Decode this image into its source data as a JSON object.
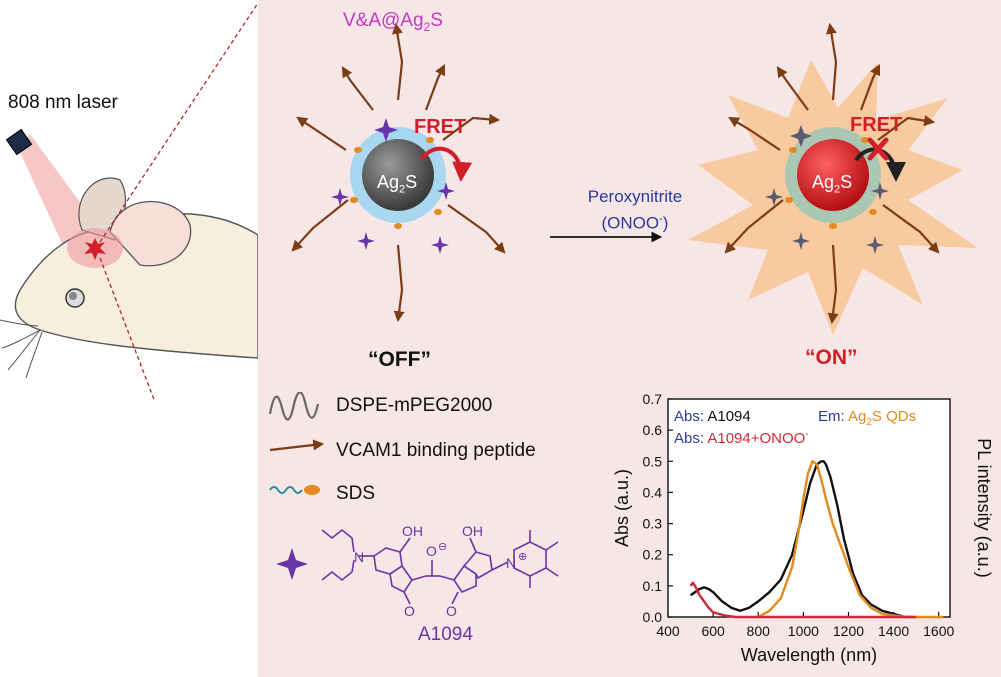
{
  "laser": {
    "label": "808 nm laser"
  },
  "probe_name": {
    "prefix": "V&A@Ag",
    "sub": "2",
    "suffix": "S"
  },
  "core": {
    "prefix": "Ag",
    "sub": "2",
    "suffix": "S"
  },
  "fret": "FRET",
  "reaction": {
    "line1": "Peroxynitrite",
    "line2_prefix": "(ONOO",
    "line2_sup": "-",
    "line2_suffix": ")"
  },
  "states": {
    "off": "“OFF”",
    "on": "“ON”"
  },
  "legend": [
    {
      "icon": "wavy-line-icon",
      "label": "DSPE-mPEG2000"
    },
    {
      "icon": "arrow-icon",
      "label": "VCAM1 binding peptide"
    },
    {
      "icon": "sds-icon",
      "label": "SDS"
    }
  ],
  "molecule": {
    "name": "A1094",
    "atoms": {
      "oh": "OH",
      "n": "N",
      "o": "O",
      "charge_minus": "⊖",
      "charge_plus": "⊕"
    }
  },
  "colors": {
    "panel": "#f7e6e6",
    "purple": "#6a35a8",
    "orange": "#e28a1e",
    "red": "#cc2a36",
    "brown": "#7a3d14",
    "blue": "#2b3a9c",
    "magenta": "#c03ac0"
  },
  "chart_data": {
    "type": "line",
    "xlabel": "Wavelength (nm)",
    "ylabel": "Abs (a.u.)",
    "ylabel_right": "PL intensity (a.u.)",
    "xlim": [
      400,
      1650
    ],
    "ylim": [
      0,
      0.7
    ],
    "xticks": [
      400,
      600,
      800,
      1000,
      1200,
      1400,
      1600
    ],
    "yticks": [
      0.0,
      0.1,
      0.2,
      0.3,
      0.4,
      0.5,
      0.6,
      0.7
    ],
    "legend_entries": [
      {
        "key": "Abs:",
        "text": "A1094",
        "text_sub": "",
        "text_after": "",
        "color": "#111111"
      },
      {
        "key": "Em:",
        "text": "Ag",
        "text_sub": "2",
        "text_after": "S QDs",
        "color": "#e28a1e"
      },
      {
        "key": "Abs:",
        "text": "A1094+ONOO",
        "text_sup": "-",
        "text_after": "",
        "color": "#cc2a36"
      }
    ],
    "series": [
      {
        "color": "#111111",
        "x": [
          500,
          520,
          540,
          560,
          580,
          600,
          640,
          680,
          720,
          760,
          800,
          850,
          900,
          950,
          1000,
          1030,
          1060,
          1080,
          1090,
          1100,
          1120,
          1150,
          1180,
          1220,
          1260,
          1300,
          1350,
          1400,
          1450,
          1480
        ],
        "y": [
          0.07,
          0.08,
          0.09,
          0.095,
          0.09,
          0.08,
          0.05,
          0.03,
          0.02,
          0.03,
          0.05,
          0.08,
          0.12,
          0.2,
          0.34,
          0.43,
          0.49,
          0.5,
          0.5,
          0.49,
          0.45,
          0.36,
          0.25,
          0.14,
          0.07,
          0.04,
          0.02,
          0.01,
          0.0,
          0.0
        ]
      },
      {
        "color": "#e28a1e",
        "x": [
          800,
          850,
          900,
          950,
          980,
          1000,
          1020,
          1040,
          1060,
          1080,
          1100,
          1130,
          1160,
          1200,
          1250,
          1300,
          1350,
          1400,
          1450,
          1500,
          1550,
          1620
        ],
        "y": [
          0.0,
          0.02,
          0.06,
          0.16,
          0.28,
          0.38,
          0.46,
          0.5,
          0.49,
          0.44,
          0.38,
          0.3,
          0.24,
          0.16,
          0.07,
          0.03,
          0.01,
          0.005,
          0.0,
          0.0,
          0.0,
          0.0
        ]
      },
      {
        "color": "#cc2a36",
        "x": [
          500,
          510,
          520,
          530,
          540,
          560,
          580,
          600,
          650,
          700,
          800,
          900,
          1000,
          1100,
          1200,
          1300,
          1400,
          1500
        ],
        "y": [
          0.1,
          0.11,
          0.1,
          0.085,
          0.07,
          0.05,
          0.03,
          0.015,
          0.005,
          0.0,
          0.0,
          0.0,
          0.0,
          0.0,
          0.0,
          0.0,
          0.0,
          0.0
        ]
      }
    ]
  }
}
